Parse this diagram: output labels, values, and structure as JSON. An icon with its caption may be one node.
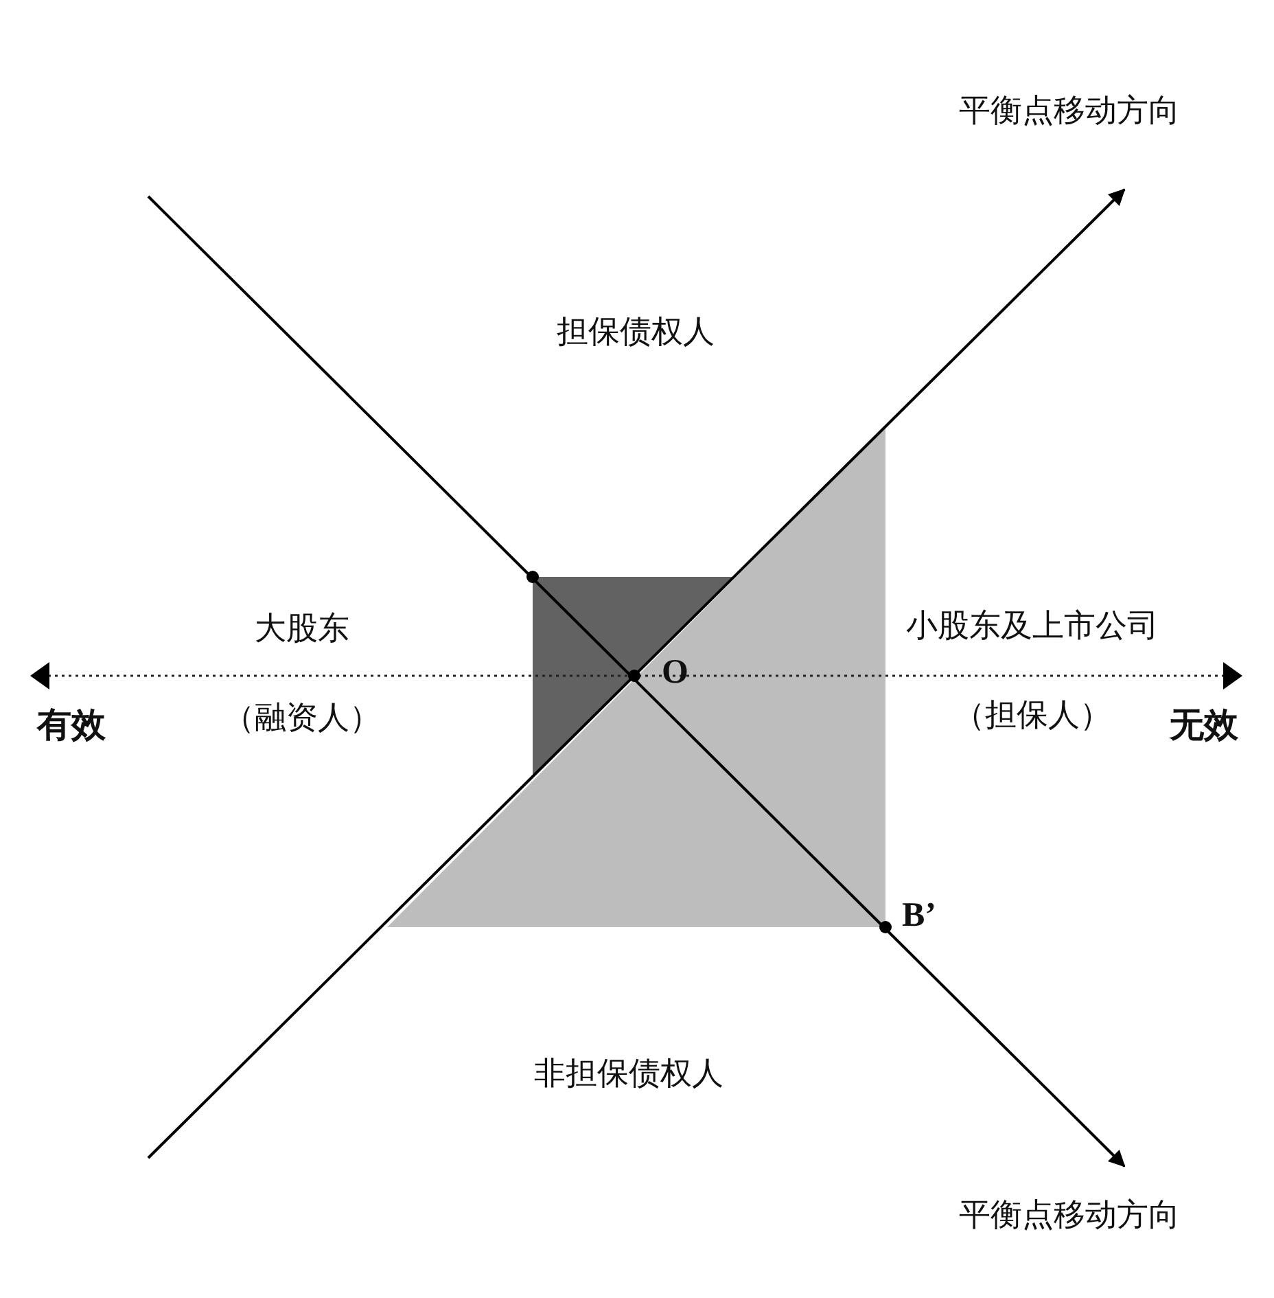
{
  "diagram": {
    "labels": [
      "平衡点移动方向",
      "担保债权人",
      "大股东",
      "小股东及上市公司",
      "O",
      "有效",
      "（融资人）",
      "（担保人）",
      "无效",
      "B’",
      "非担保债权人",
      "平衡点移动方向"
    ]
  }
}
